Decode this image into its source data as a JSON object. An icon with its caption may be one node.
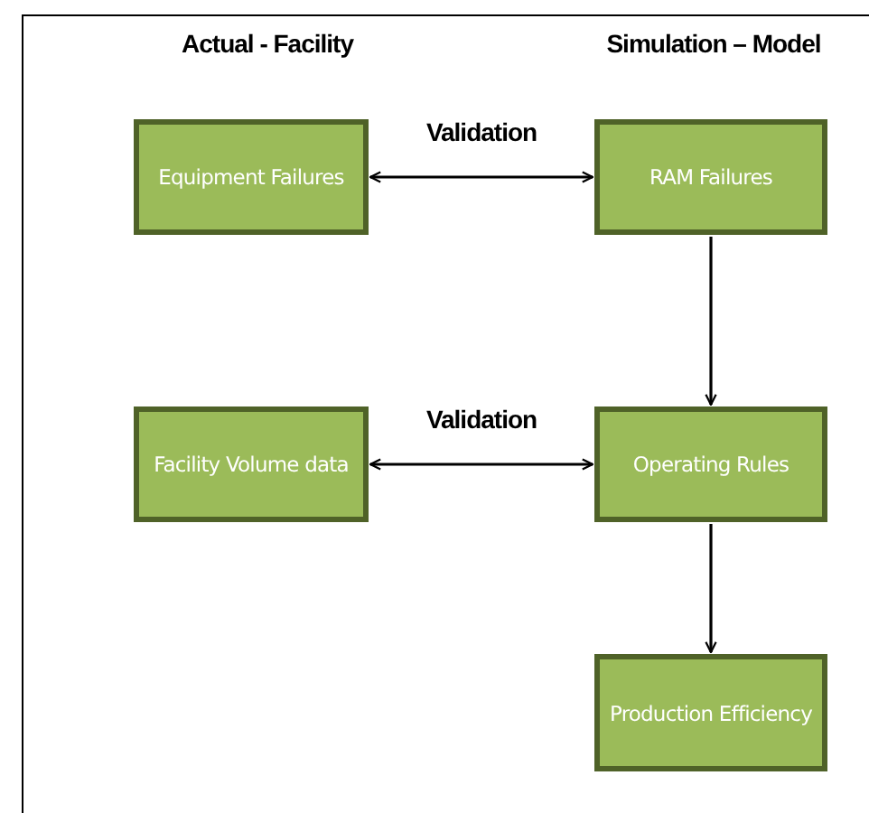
{
  "diagram": {
    "nodes": [
      {
        "text": [
          "Equipment Failures"
        ]
      },
      {
        "text": [
          "RAM Failures"
        ]
      },
      {
        "text": [
          "Facility Volume data"
        ]
      },
      {
        "text": [
          "Operating Rules"
        ]
      },
      {
        "text": [
          "Production Efficiency"
        ]
      }
    ],
    "edges": [
      {
        "from": 0,
        "to": 1,
        "arrow": "both",
        "label": "Validation"
      },
      {
        "from": 1,
        "to": 3,
        "arrow": "to"
      },
      {
        "from": 2,
        "to": 3,
        "arrow": "both",
        "label": "Validation"
      },
      {
        "from": 3,
        "to": 4,
        "arrow": "to"
      }
    ],
    "labels": [
      "Actual - Facility",
      "Simulation – Model"
    ]
  }
}
